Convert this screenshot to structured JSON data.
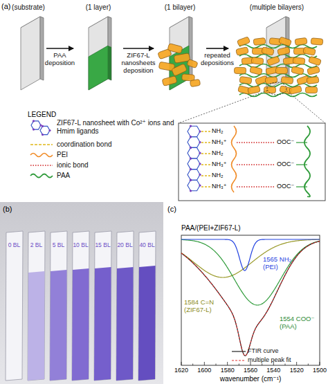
{
  "diagram": {
    "nodes": [
      {
        "text": [
          "(substrate)"
        ]
      },
      {
        "text": [
          "(1 layer)"
        ]
      },
      {
        "text": [
          "(1 bilayer)"
        ]
      },
      {
        "text": [
          "(multiple bilayers)"
        ]
      }
    ],
    "edges": [
      {
        "from": 0,
        "to": 1,
        "arrow": "to",
        "label": "PAA deposition"
      },
      {
        "from": 1,
        "to": 2,
        "arrow": "to",
        "label": "ZIF67-L nanosheets deposition"
      },
      {
        "from": 2,
        "to": 3,
        "arrow": "to",
        "label": "repeated depositions"
      }
    ],
    "labels": [
      "(a)",
      "LEGEND",
      "NH₂",
      "NH₃⁺",
      "NH₂",
      "NH₃⁺",
      "NH₂",
      "NH₃⁺",
      "OOC⁻",
      "OOC⁻",
      "OOC⁻",
      "(b)",
      "0 BL",
      "2 BL",
      "5 BL",
      "10 BL",
      "15 BL",
      "20 BL",
      "40 BL",
      "(c)",
      "PAA/(PEI+ZIF67-L)",
      "1584 C=N (ZIF67-L)",
      "1565 NH₂ (PEI)",
      "1554 COO⁻ (PAA)",
      "1620",
      "1600",
      "1580",
      "1560",
      "1540",
      "1520",
      "1500",
      "wavenumber (cm⁻¹)"
    ],
    "legend": [
      {
        "text": "ZIF67-L nanosheet with Co²⁺ ions and Hmim ligands"
      },
      {
        "text": "coordination bond"
      },
      {
        "text": "PEI"
      },
      {
        "text": "ionic bond"
      },
      {
        "text": "PAA"
      },
      {
        "text": "FTIR curve"
      },
      {
        "text": "multiple peak fit"
      }
    ]
  }
}
